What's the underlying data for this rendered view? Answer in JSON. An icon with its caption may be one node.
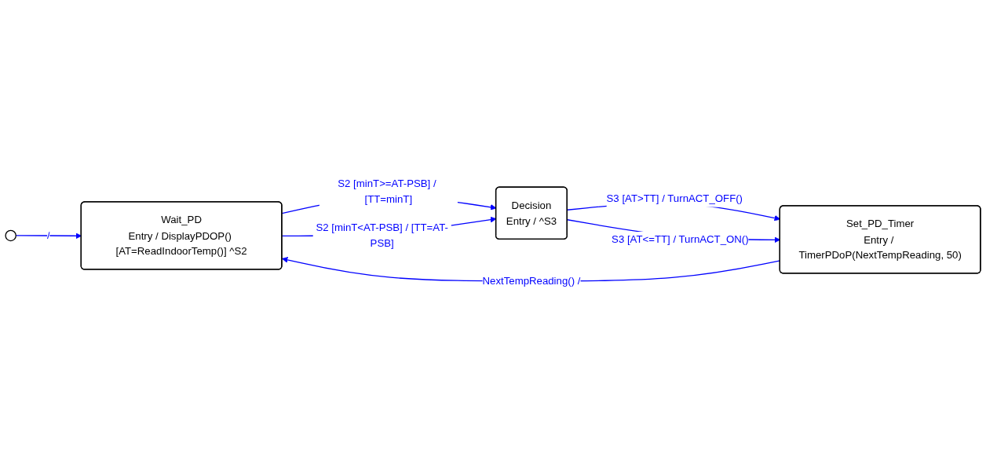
{
  "diagram": {
    "nodes": [
      {
        "text": [],
        "shape": "circle"
      },
      {
        "text": [
          "Wait_PD",
          "Entry / DisplayPDOP() [AT=ReadIndoorTemp()] ^S2"
        ]
      },
      {
        "text": [
          "Decision",
          "Entry / ^S3"
        ]
      },
      {
        "text": [
          "Set_PD_Timer",
          "Entry / TimerPDoP(NextTempReading, 50)"
        ]
      }
    ],
    "edges": [
      {
        "from": 0,
        "to": 1,
        "arrow": "to",
        "label": "/"
      },
      {
        "from": 1,
        "to": 2,
        "arrow": "to",
        "label": "S2 [minT>=AT-PSB] / [TT=minT]"
      },
      {
        "from": 1,
        "to": 2,
        "arrow": "to",
        "label": "S2 [minT<AT-PSB] / [TT=AT-PSB]"
      },
      {
        "from": 2,
        "to": 3,
        "arrow": "to",
        "label": "S3 [AT>TT] / TurnACT_OFF()"
      },
      {
        "from": 2,
        "to": 3,
        "arrow": "to",
        "label": "S3 [AT<=TT] / TurnACT_ON()"
      },
      {
        "from": 3,
        "to": 1,
        "arrow": "to",
        "label": "NextTempReading() /"
      }
    ]
  }
}
